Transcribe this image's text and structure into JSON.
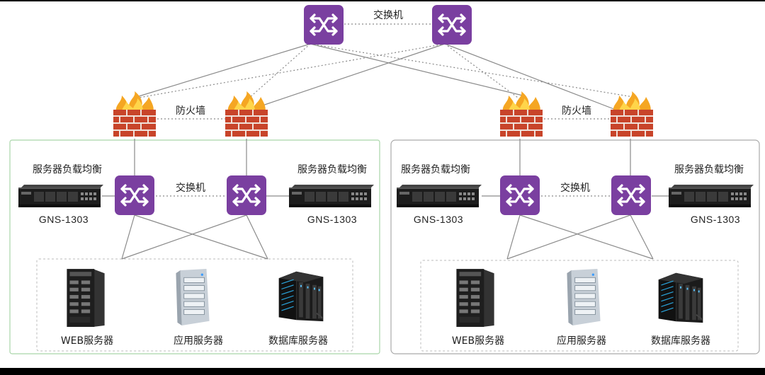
{
  "top": {
    "switch_label": "交换机"
  },
  "left": {
    "firewall_label": "防火墙",
    "switch_label": "交换机",
    "lb_left": {
      "title": "服务器负载均衡",
      "model": "GNS-1303"
    },
    "lb_right": {
      "title": "服务器负载均衡",
      "model": "GNS-1303"
    },
    "servers": [
      "WEB服务器",
      "应用服务器",
      "数据库服务器"
    ]
  },
  "right": {
    "firewall_label": "防火墙",
    "switch_label": "交换机",
    "lb_left": {
      "title": "服务器负载均衡",
      "model": "GNS-1303"
    },
    "lb_right": {
      "title": "服务器负载均衡",
      "model": "GNS-1303"
    },
    "servers": [
      "WEB服务器",
      "应用服务器",
      "数据库服务器"
    ]
  },
  "colors": {
    "switch": "#7a3fa0",
    "firewall_brick": "#c8442a",
    "flame": "#f5a623",
    "cluster_border": "#9ccc9c",
    "link": "#888888"
  }
}
